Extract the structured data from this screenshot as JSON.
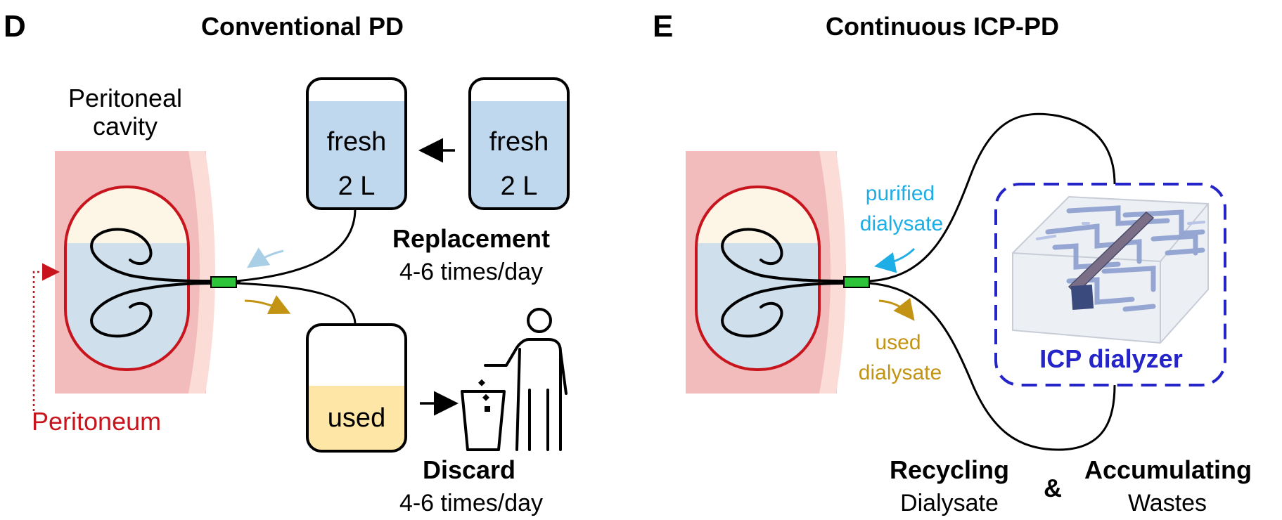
{
  "panel_d": {
    "letter": "D",
    "title": "Conventional PD",
    "cavity_label_line1": "Peritoneal",
    "cavity_label_line2": "cavity",
    "peritoneum_label": "Peritoneum",
    "fresh_bag_1": {
      "line1": "fresh",
      "line2": "2 L"
    },
    "fresh_bag_2": {
      "line1": "fresh",
      "line2": "2 L"
    },
    "used_bag": {
      "label": "used"
    },
    "replacement": {
      "title": "Replacement",
      "frequency": "4-6 times/day"
    },
    "discard": {
      "title": "Discard",
      "frequency": "4-6 times/day"
    }
  },
  "panel_e": {
    "letter": "E",
    "title": "Continuous ICP-PD",
    "purified_line1": "purified",
    "purified_line2": "dialysate",
    "used_line1": "used",
    "used_line2": "dialysate",
    "dialyzer_label": "ICP dialyzer",
    "recycling": {
      "title": "Recycling",
      "subtitle": "Dialysate"
    },
    "ampersand": "&",
    "accumulating": {
      "title": "Accumulating",
      "subtitle": "Wastes"
    }
  },
  "colors": {
    "tissue": "#f2bcbc",
    "tissue_edge": "#fbdcd6",
    "membrane_red": "#c8141c",
    "dialysate_blue": "#cfe0ec",
    "air_cream": "#fdf6e6",
    "bag_fresh": "#bfd8ee",
    "bag_used": "#fde6a6",
    "connector_green": "#2ec43a",
    "purified_cyan": "#1eaee6",
    "used_gold": "#c39314",
    "dialyzer_blue": "#2424c8",
    "arrow_light_blue": "#a9cfe6"
  }
}
